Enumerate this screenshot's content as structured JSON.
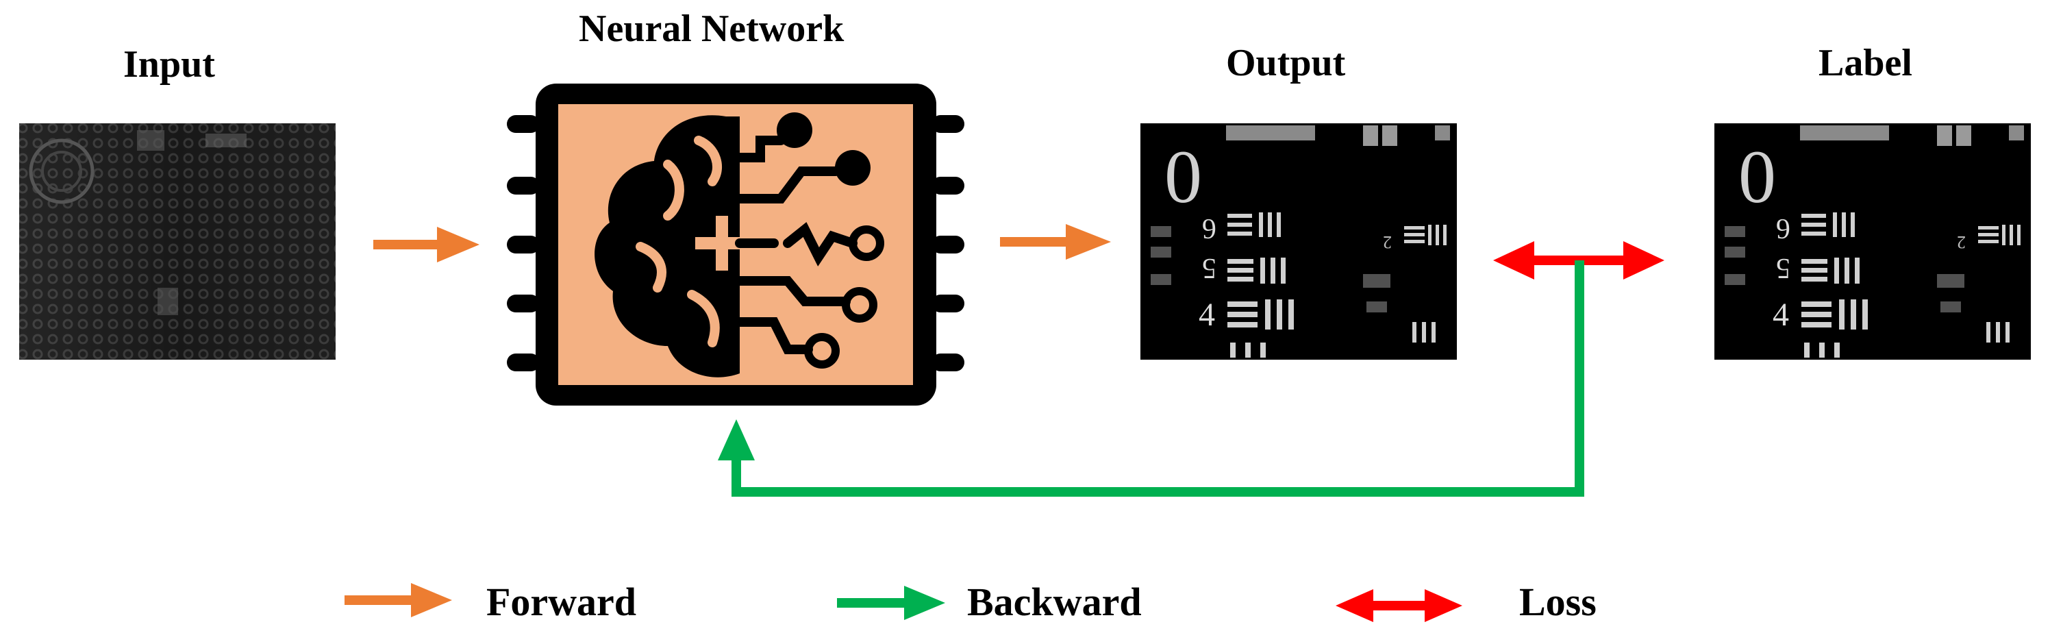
{
  "labels": {
    "input": "Input",
    "network": "Neural Network",
    "output": "Output",
    "label": "Label"
  },
  "legend": {
    "forward": "Forward",
    "backward": "Backward",
    "loss": "Loss"
  },
  "target_digits": [
    "0",
    "6",
    "5",
    "4",
    "2"
  ],
  "colors": {
    "forward": "#ED7D31",
    "backward": "#00B050",
    "loss": "#FF0000",
    "chip_fill": "#F4B183",
    "chip_outline": "#000000",
    "image_bg": "#000000"
  }
}
